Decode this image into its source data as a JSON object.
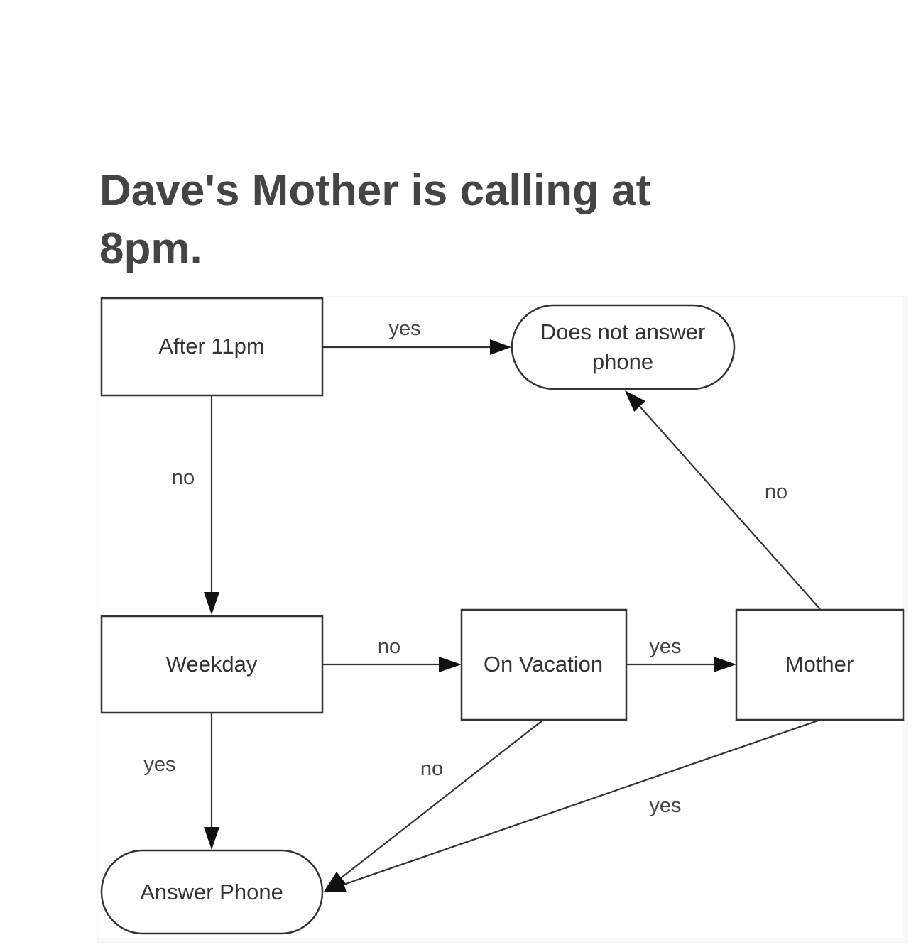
{
  "heading": "Dave's Mother is calling at 8pm.",
  "nodes": {
    "after_11pm": "After 11pm",
    "does_not_answer": [
      "Does not answer",
      "phone"
    ],
    "weekday": "Weekday",
    "on_vacation": "On Vacation",
    "mother": "Mother",
    "answer_phone": "Answer Phone"
  },
  "edges": {
    "after_to_notanswer": "yes",
    "after_to_weekday": "no",
    "mother_to_notanswer": "no",
    "weekday_to_vacation": "no",
    "vacation_to_mother": "yes",
    "weekday_to_answer": "yes",
    "vacation_to_answer": "no",
    "mother_to_answer": "yes"
  },
  "colors": {
    "heading": "#444444",
    "stroke": "#333333",
    "panel": "#f7f7f7"
  }
}
